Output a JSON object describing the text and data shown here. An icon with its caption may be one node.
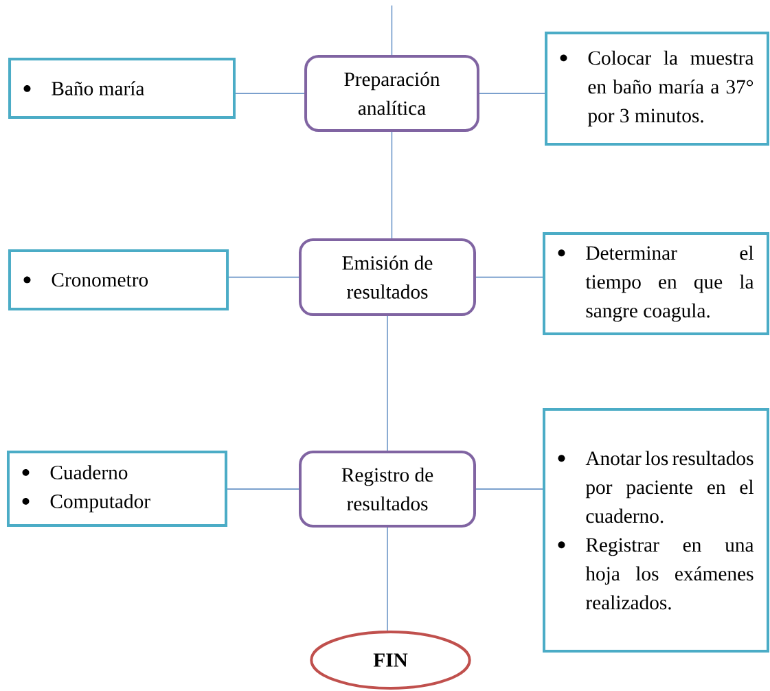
{
  "diagram": {
    "nodes": [
      {
        "text": [
          "Preparación analítica"
        ]
      },
      {
        "text": [
          "Baño maría"
        ]
      },
      {
        "text": [
          "Colocar la muestra en baño maría a 37° por 3 minutos."
        ]
      },
      {
        "text": [
          "Emisión de resultados"
        ]
      },
      {
        "text": [
          "Cronometro"
        ]
      },
      {
        "text": [
          "Determinar el tiempo en que la sangre coagula."
        ]
      },
      {
        "text": [
          "Registro de resultados"
        ]
      },
      {
        "text": [
          "Cuaderno",
          "Computador"
        ]
      },
      {
        "text": [
          "Anotar los resultados por paciente en el cuaderno.",
          "Registrar en una hoja los exámenes realizados."
        ]
      },
      {
        "text": [
          "FIN"
        ]
      }
    ],
    "edges": [
      {
        "from": null,
        "to": 0,
        "arrow": "none"
      },
      {
        "from": 0,
        "to": 1,
        "arrow": "none"
      },
      {
        "from": 0,
        "to": 2,
        "arrow": "none"
      },
      {
        "from": 0,
        "to": 3,
        "arrow": "none"
      },
      {
        "from": 3,
        "to": 4,
        "arrow": "none"
      },
      {
        "from": 3,
        "to": 5,
        "arrow": "none"
      },
      {
        "from": 3,
        "to": 6,
        "arrow": "none"
      },
      {
        "from": 6,
        "to": 7,
        "arrow": "none"
      },
      {
        "from": 6,
        "to": 8,
        "arrow": "none"
      },
      {
        "from": 6,
        "to": 9,
        "arrow": "none"
      }
    ]
  }
}
